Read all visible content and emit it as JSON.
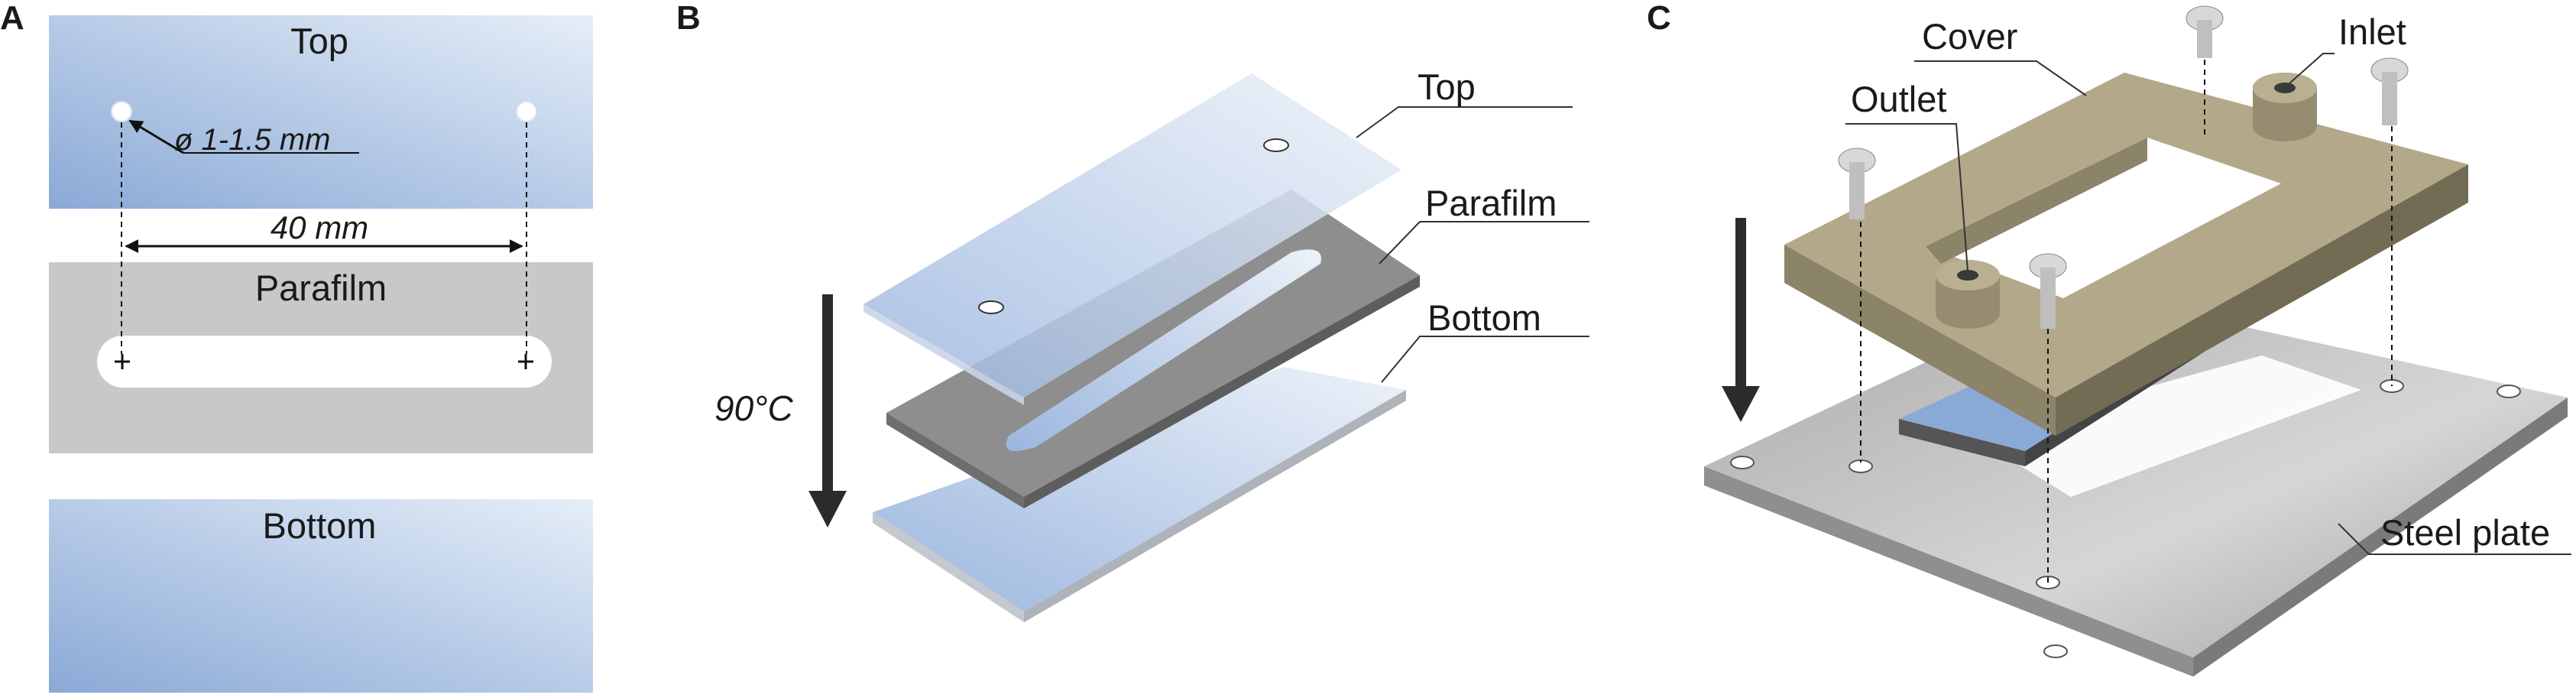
{
  "panels": {
    "a": {
      "letter": "A",
      "top_label": "Top",
      "hole_diameter": "ø 1-1.5 mm",
      "spacing": "40 mm",
      "parafilm_label": "Parafilm",
      "bottom_label": "Bottom"
    },
    "b": {
      "letter": "B",
      "top_label": "Top",
      "parafilm_label": "Parafilm",
      "bottom_label": "Bottom",
      "temperature": "90°C"
    },
    "c": {
      "letter": "C",
      "cover_label": "Cover",
      "inlet_label": "Inlet",
      "outlet_label": "Outlet",
      "steel_plate_label": "Steel plate"
    }
  },
  "colors": {
    "glass_light": "#e6eef8",
    "glass_dark": "#8aa9d6",
    "parafilm": "#c8c8c8",
    "parafilm_3d": "#8e8e8e",
    "cover": "#b3a98a",
    "steel": "#b9b9b9",
    "arrow": "#2b2b2b"
  }
}
